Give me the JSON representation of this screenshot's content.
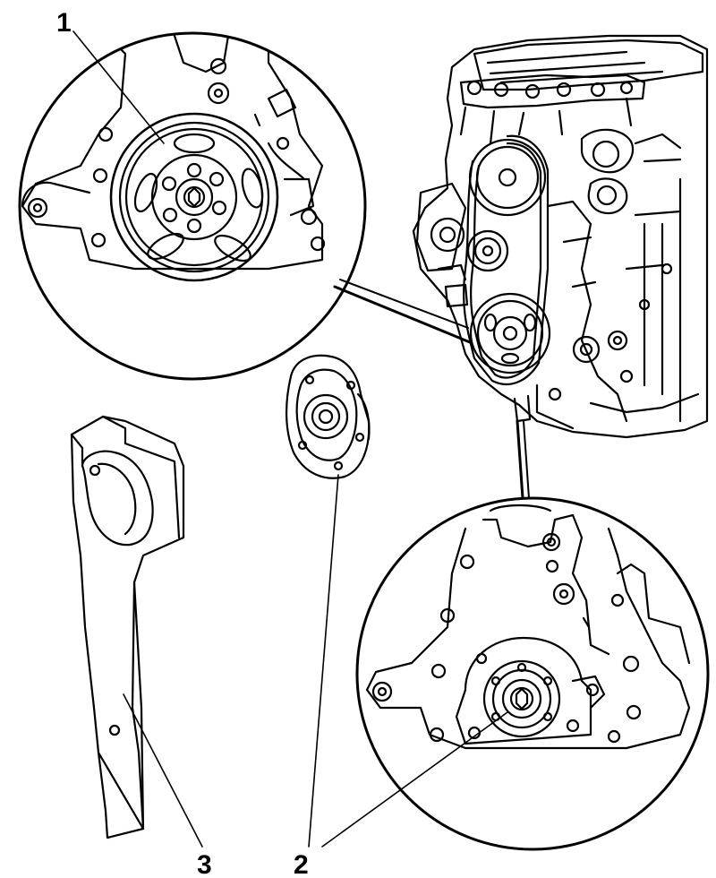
{
  "callouts": {
    "crankshaft_pulley": "1",
    "oil_pump_cover": "2",
    "holding_tool": "3"
  },
  "colors": {
    "line": "#000000",
    "background": "#ffffff"
  }
}
